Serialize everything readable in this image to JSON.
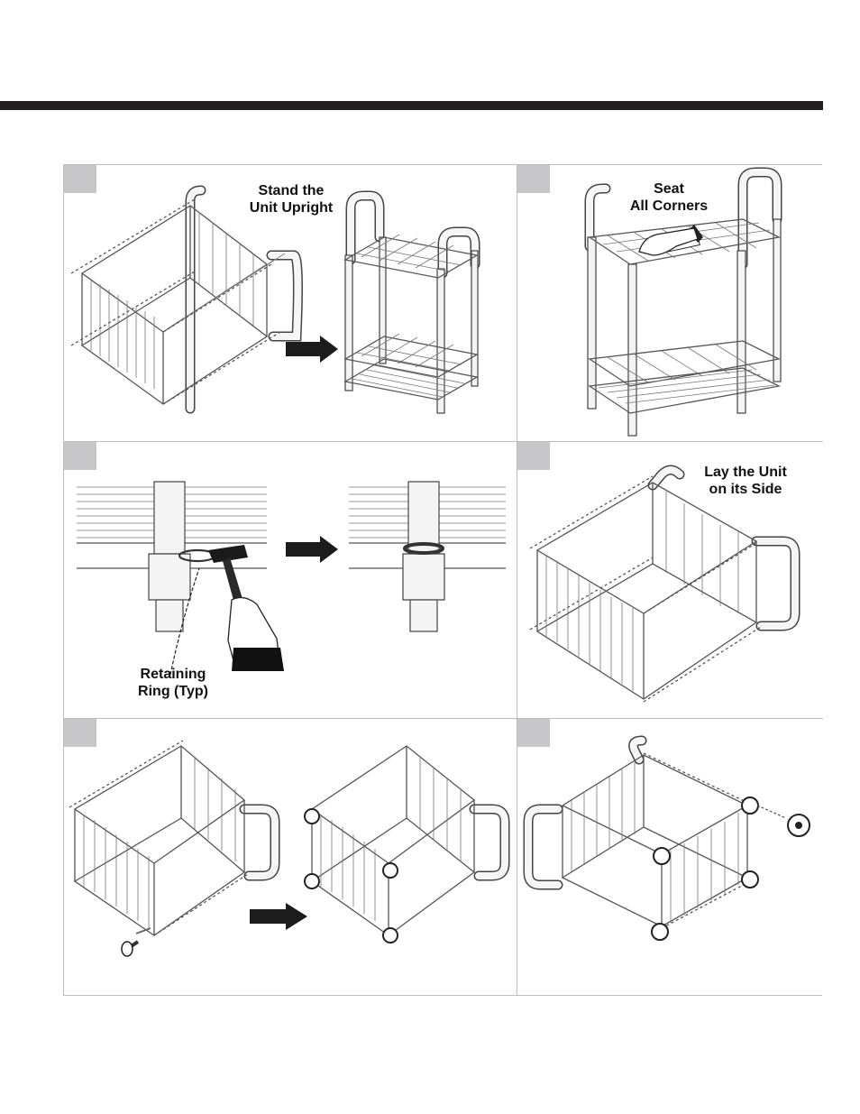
{
  "steps": [
    {
      "id": "step-1",
      "caption_lines": [
        "Stand the",
        "Unit Upright"
      ]
    },
    {
      "id": "step-2",
      "caption_lines": [
        "Seat",
        "All Corners"
      ]
    },
    {
      "id": "step-3",
      "caption_lines": [
        "Retaining",
        "Ring (Typ)"
      ]
    },
    {
      "id": "step-4",
      "caption_lines": [
        "Lay the Unit",
        "on its Side"
      ]
    },
    {
      "id": "step-5",
      "caption_lines": []
    },
    {
      "id": "step-6",
      "caption_lines": []
    }
  ],
  "colors": {
    "header_bar": "#231f20",
    "step_tab": "#c7c7c9",
    "panel_border": "#bdbdbd",
    "arrow": "#1c1c1c"
  },
  "icons": [
    "arrow-right-icon",
    "hammer-icon",
    "hand-icon",
    "caster-icon"
  ]
}
